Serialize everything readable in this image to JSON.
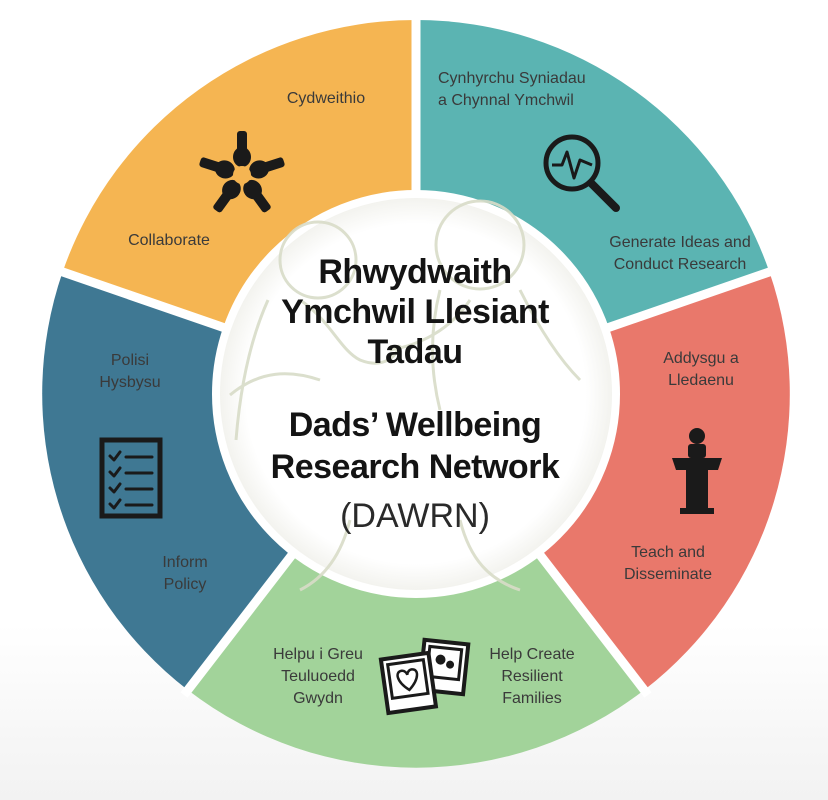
{
  "center": {
    "welsh_title": [
      "Rhwydwaith",
      "Ymchwil Llesiant",
      "Tadau"
    ],
    "english_title": [
      "Dads’ Wellbeing",
      "Research Network"
    ],
    "acronym": "(DAWRN)"
  },
  "segments": [
    {
      "id": "collaborate",
      "color": "#F5B552",
      "icon": "hands-together-icon",
      "welsh": [
        "Cydweithio"
      ],
      "english": [
        "Collaborate"
      ]
    },
    {
      "id": "research",
      "color": "#5BB4B2",
      "icon": "magnifier-pulse-icon",
      "welsh": [
        "Cynhyrchu Syniadau",
        "a Chynnal Ymchwil"
      ],
      "english": [
        "Generate Ideas and",
        "Conduct Research"
      ]
    },
    {
      "id": "teach",
      "color": "#E9786B",
      "icon": "podium-icon",
      "welsh": [
        "Addysgu a",
        "Lledaenu"
      ],
      "english": [
        "Teach and",
        "Disseminate"
      ]
    },
    {
      "id": "families",
      "color": "#A2D39A",
      "icon": "photos-icon",
      "welsh": [
        "Helpu i Greu",
        "Teuluoedd",
        "Gwydn"
      ],
      "english": [
        "Help Create",
        "Resilient",
        "Families"
      ]
    },
    {
      "id": "policy",
      "color": "#3F7893",
      "icon": "checklist-icon",
      "welsh": [
        "Polisi",
        "Hysbysu"
      ],
      "english": [
        "Inform",
        "Policy"
      ]
    }
  ]
}
